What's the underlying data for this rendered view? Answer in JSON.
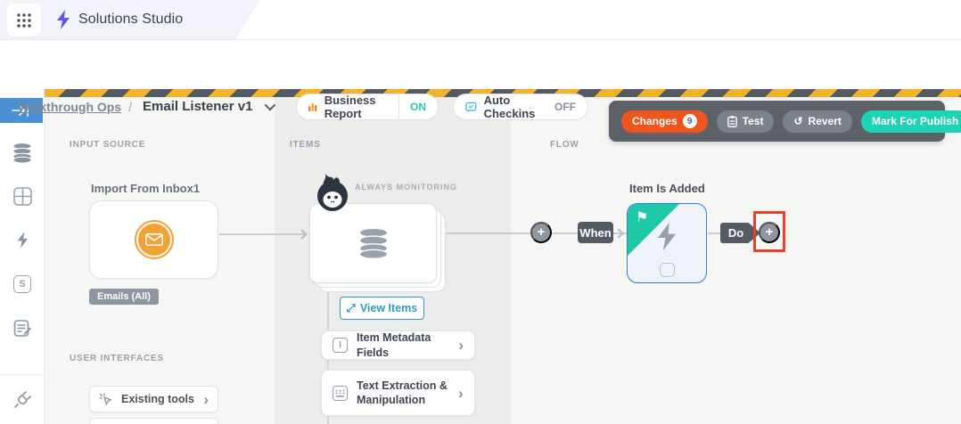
{
  "app": {
    "title": "Solutions Studio"
  },
  "breadcrumb": {
    "parent": "Walkthrough Ops",
    "separator": "/",
    "current": "Email Listener v1"
  },
  "header_toggles": {
    "business_report": {
      "label": "Business Report",
      "state": "ON"
    },
    "auto_checkins": {
      "label": "Auto Checkins",
      "state": "OFF"
    }
  },
  "toolbar": {
    "changes_label": "Changes",
    "changes_count": "9",
    "test_label": "Test",
    "revert_label": "Revert",
    "publish_label": "Mark For Publish"
  },
  "canvas": {
    "columns": {
      "input": "INPUT SOURCE",
      "items": "ITEMS",
      "flow": "FLOW"
    },
    "input_node": {
      "title": "Import From Inbox1",
      "badge": "Emails (All)"
    },
    "user_interfaces": {
      "heading": "USER INTERFACES",
      "existing_tools_label": "Existing tools"
    },
    "items_node": {
      "status": "ALWAYS MONITORING",
      "view_button": "View Items",
      "view_icon": "⤢",
      "actions": [
        {
          "label": "Item Metadata Fields"
        },
        {
          "label": "Text Extraction & Manipulation"
        }
      ]
    },
    "flow": {
      "when_label": "When",
      "do_label": "Do",
      "node_title": "Item Is Added",
      "plus_symbol": "+",
      "flag_symbol": "⚑"
    }
  },
  "glyphs": {
    "revert_icon": "↺",
    "chevron": "›",
    "field_icon_letter": "I",
    "s_icon_letter": "S"
  },
  "colors": {
    "accent_purple": "#6056e8",
    "accent_orange": "#f2a236",
    "accent_teal": "#1ed3b4",
    "changes_orange": "#f1551f",
    "hazard_yellow": "#f2b32b",
    "hazard_gray": "#555a62",
    "node_border_blue": "#2b7de0",
    "corner_teal": "#1fc9a7",
    "annotation_red": "#e8402c",
    "sidebar_active_blue": "#4a90d5"
  }
}
